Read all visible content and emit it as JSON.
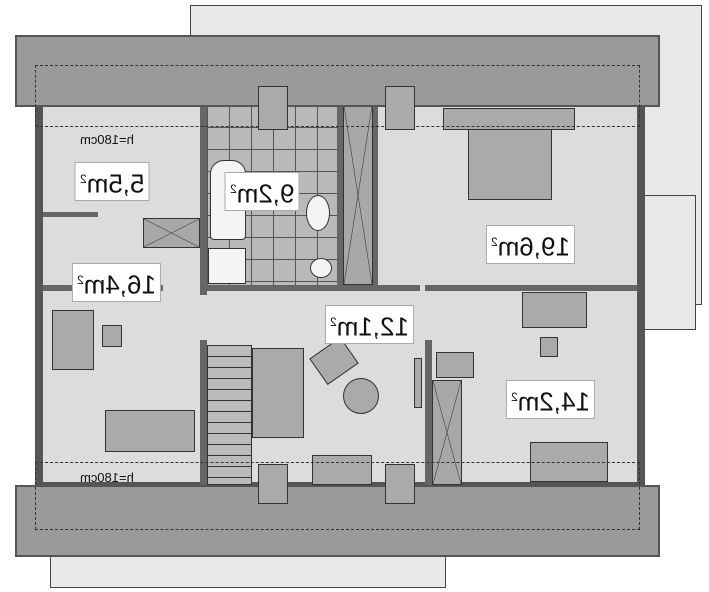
{
  "rooms": [
    {
      "id": "small-room",
      "area": "5,5m",
      "unit": "2"
    },
    {
      "id": "room-left",
      "area": "16,4m",
      "unit": "2"
    },
    {
      "id": "bathroom",
      "area": "9,2m",
      "unit": "2"
    },
    {
      "id": "bedroom",
      "area": "19,6m",
      "unit": "2"
    },
    {
      "id": "hall",
      "area": "12,1m",
      "unit": "2"
    },
    {
      "id": "room-right",
      "area": "14,2m",
      "unit": "2"
    }
  ],
  "heights": [
    "h=180cm",
    "h=180cm"
  ]
}
